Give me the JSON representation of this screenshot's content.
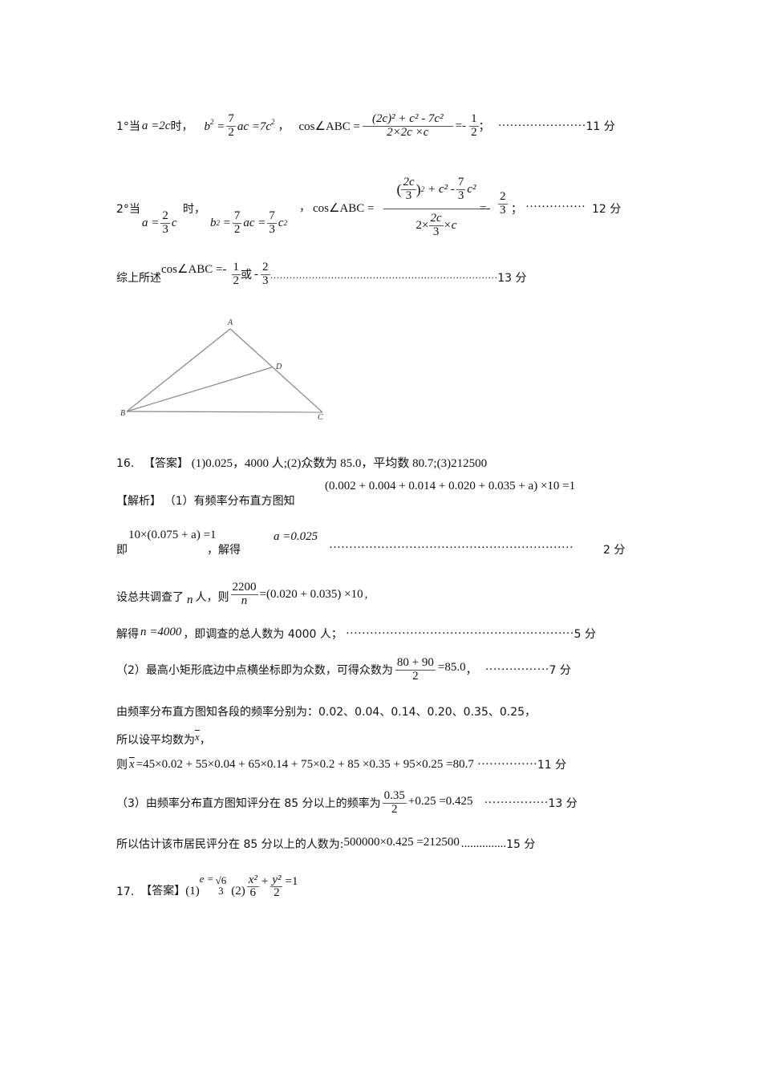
{
  "case1": {
    "label": "1°当",
    "cond": "a =2c",
    "when": "时，",
    "b2_lhs": "b",
    "b2_frac_num": "7",
    "b2_frac_den": "2",
    "b2_rest": "ac =7c",
    "sep": "，",
    "cos_label": "cos∠ABC =",
    "cos_num": "(2c)² + c² - 7c²",
    "cos_den": "2×2c ×c",
    "eq_result": "=-",
    "res_num": "1",
    "res_den": "2",
    "end": "；",
    "leader": "······················",
    "score": "11 分"
  },
  "case2": {
    "label": "2°当",
    "cond_lhs": "a =",
    "cond_num": "2",
    "cond_den": "3",
    "cond_var": "c",
    "when": "时，",
    "b2_lhs": "b",
    "b2_num": "7",
    "b2_den": "2",
    "b2_mid": "ac =",
    "b2_num2": "7",
    "b2_den2": "3",
    "b2_var": "c",
    "sep": "，",
    "cos_label": "cos∠ABC =",
    "cos_num_inner_num": "2c",
    "cos_num_inner_den": "3",
    "cos_num_rest": "+ c² -",
    "cos_num_frac_num": "7",
    "cos_num_frac_den": "3",
    "cos_num_var": "c²",
    "cos_den_pre": "2×",
    "cos_den_num": "2c",
    "cos_den_den": "3",
    "cos_den_post": "×c",
    "eq_result": "=-",
    "res_num": "2",
    "res_den": "3",
    "end": "；",
    "leader": "···············",
    "score": "12 分"
  },
  "summary": {
    "label": "综上所述",
    "cos_label": "cos∠ABC =-",
    "a_num": "1",
    "a_den": "2",
    "or": "或",
    "minus": "-",
    "b_num": "2",
    "b_den": "3",
    "leader": "·······································································",
    "score": "13 分"
  },
  "figure": {
    "vertices": {
      "A": "A",
      "B": "B",
      "C": "C",
      "D": "D"
    }
  },
  "q16": {
    "number": "16.",
    "answer_tag": "【答案】",
    "answer_text": "(1)0.025，4000 人;(2)众数为 85.0，平均数 80.7;(3)212500",
    "analysis_tag": "【解析】",
    "part1_intro": "（1）有频率分布直方图知",
    "eq1": "(0.002 + 0.004 + 0.014 + 0.020 + 0.035 + a) ×10 =1",
    "line2_prefix": "即",
    "eq2": "10×(0.075 + a) =1",
    "line2_mid": "，解得",
    "eq3": "a =0.025",
    "line2_leader": "·····························································",
    "line2_score": "2 分",
    "line3_prefix": "设总共调查了",
    "line3_var": "n",
    "line3_mid": "人，则",
    "line3_frac_num": "2200",
    "line3_frac_den": "n",
    "line3_eq": "=(0.020 + 0.035) ×10",
    "line3_end": ",",
    "line4_prefix": "解得",
    "line4_eq": "n =4000",
    "line4_text": "，即调查的总人数为 4000 人；",
    "line4_leader": "·························································",
    "line4_score": "5 分",
    "part2_text": "（2）最高小矩形底边中点横坐标即为众数，可得众数为",
    "part2_num": "80 + 90",
    "part2_den": "2",
    "part2_eq": "=85.0",
    "part2_end": "，",
    "part2_leader": "················",
    "part2_score": "7 分",
    "freq_line": "由频率分布直方图知各段的频率分别为：0.02、0.04、0.14、0.20、0.35、0.25，",
    "mean_intro": "所以设平均数为",
    "mean_var": "x",
    "mean_intro_end": "，",
    "mean_prefix": "则",
    "mean_eq": "=45×0.02 + 55×0.04 + 65×0.14 + 75×0.2 + 85 ×0.35 + 95×0.25 =80.7",
    "mean_leader": "···············",
    "mean_score": "11 分",
    "part3_text": "（3）由频率分布直方图知评分在 85 分以上的频率为",
    "part3_num": "0.35",
    "part3_den": "2",
    "part3_eq": "+0.25 =0.425",
    "part3_leader": "················",
    "part3_score": "13 分",
    "est_text": "所以估计该市居民评分在 85 分以上的人数为:",
    "est_eq": "500000×0.425 =212500",
    "est_leader": "...............",
    "est_score": "15 分"
  },
  "q17": {
    "number": "17.",
    "answer_tag": "【答案】",
    "p1": "(1)",
    "e_lhs": "e =",
    "e_num": "√6",
    "e_den": "3",
    "p2": "(2)",
    "x_num": "x²",
    "x_den": "6",
    "plus": "+",
    "y_num": "y²",
    "y_den": "2",
    "eq_end": "=1"
  }
}
